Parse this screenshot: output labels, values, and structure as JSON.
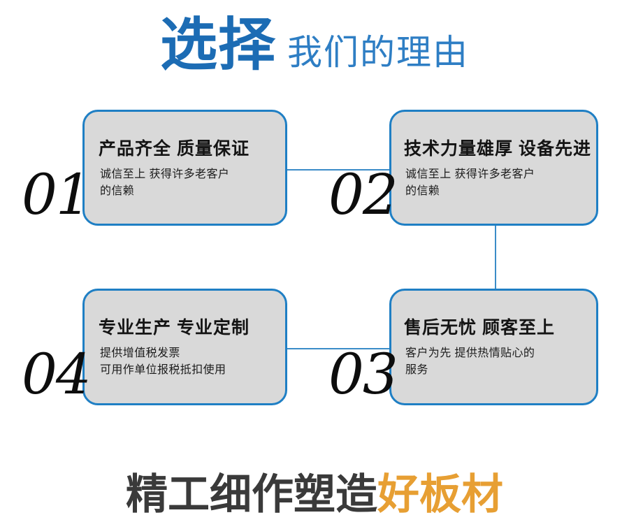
{
  "header": {
    "strong_text": "选择",
    "light_text": "我们的理由",
    "strong_color": "#1c6cb4",
    "light_color": "#2e7ec4"
  },
  "theme": {
    "card_fill": "#d9d9d9",
    "card_border": "#1f7fc4",
    "connector_color": "#3b8cc8",
    "numeral_color": "#0d0d0d",
    "title_color": "#141414",
    "body_color": "#1b1b1b",
    "background": "#ffffff"
  },
  "cards": [
    {
      "number": "01",
      "title": "产品齐全 质量保证",
      "desc_lines": [
        "诚信至上 获得许多老客户",
        "的信赖"
      ]
    },
    {
      "number": "02",
      "title": "技术力量雄厚 设备先进",
      "desc_lines": [
        "诚信至上 获得许多老客户",
        "的信赖"
      ]
    },
    {
      "number": "03",
      "title": "售后无忧 顾客至上",
      "desc_lines": [
        "客户为先 提供热情贴心的",
        "服务"
      ]
    },
    {
      "number": "04",
      "title": "专业生产 专业定制",
      "desc_lines": [
        "提供增值税发票",
        "可用作单位报税抵扣使用"
      ]
    }
  ],
  "footer": {
    "dark_text": "精工细作塑造",
    "accent_text": "好板材",
    "dark_color": "#3a3a3a",
    "accent_color": "#e79f33"
  }
}
